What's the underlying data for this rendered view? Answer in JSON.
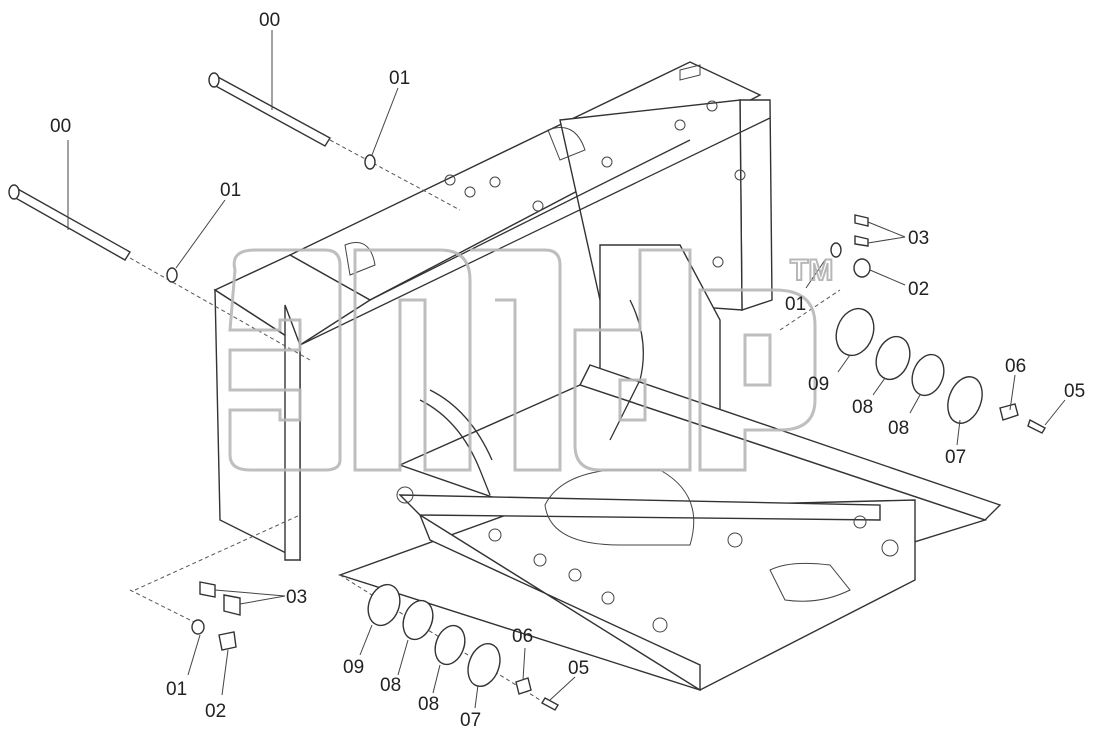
{
  "watermark": {
    "trademark": "TM"
  },
  "labels": {
    "pin_top": "00",
    "pin_left": "00",
    "nut_top": "01",
    "nut_left": "01",
    "nut_right": "01",
    "nut_bottom": "01",
    "shim_right_a": "03",
    "shim_bottom": "03",
    "washer_right": "02",
    "washer_bottom": "02",
    "ring9_right": "09",
    "ring8_right_a": "08",
    "ring8_right_b": "08",
    "plate7_right": "07",
    "bolt6_right": "06",
    "bolt5_right": "05",
    "ring9_bottom": "09",
    "ring8_bottom_a": "08",
    "ring8_bottom_b": "08",
    "plate7_bottom": "07",
    "bolt6_bottom": "06",
    "bolt5_bottom": "05"
  }
}
